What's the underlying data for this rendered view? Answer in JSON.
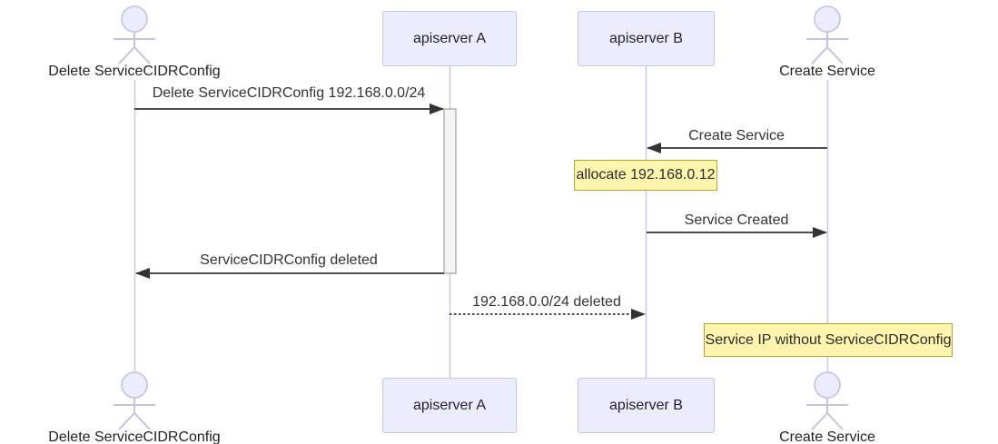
{
  "diagram": {
    "type": "sequence-diagram",
    "participants": [
      {
        "label": "Delete ServiceCIDRConfig",
        "kind": "actor"
      },
      {
        "label": "apiserver A",
        "kind": "participant"
      },
      {
        "label": "apiserver B",
        "kind": "participant"
      },
      {
        "label": "Create Service",
        "kind": "actor"
      }
    ],
    "messages": [
      {
        "label": "Delete ServiceCIDRConfig 192.168.0.0/24",
        "from": "Delete ServiceCIDRConfig",
        "to": "apiserver A",
        "line": "solid"
      },
      {
        "label": "Create Service",
        "from": "Create Service",
        "to": "apiserver B",
        "line": "solid"
      },
      {
        "label": "Service Created",
        "from": "apiserver B",
        "to": "Create Service",
        "line": "solid"
      },
      {
        "label": "ServiceCIDRConfig deleted",
        "from": "apiserver A",
        "to": "Delete ServiceCIDRConfig",
        "line": "solid"
      },
      {
        "label": "192.168.0.0/24 deleted",
        "from": "apiserver A",
        "to": "apiserver B",
        "line": "dashed"
      }
    ],
    "notes": [
      {
        "label": "allocate 192.168.0.12",
        "over": "apiserver B"
      },
      {
        "label": "Service IP without ServiceCIDRConfig",
        "over": "Create Service"
      }
    ],
    "colors": {
      "participant_fill": "#ECECFF",
      "participant_border": "#c6c6de",
      "lifeline": "#cbcbe3",
      "message": "#333333",
      "note_fill": "#fff5ad",
      "note_border": "#aaaa33",
      "activation_fill": "#f4f4f4",
      "activation_border": "#8f8f8f",
      "text": "#333333"
    }
  }
}
